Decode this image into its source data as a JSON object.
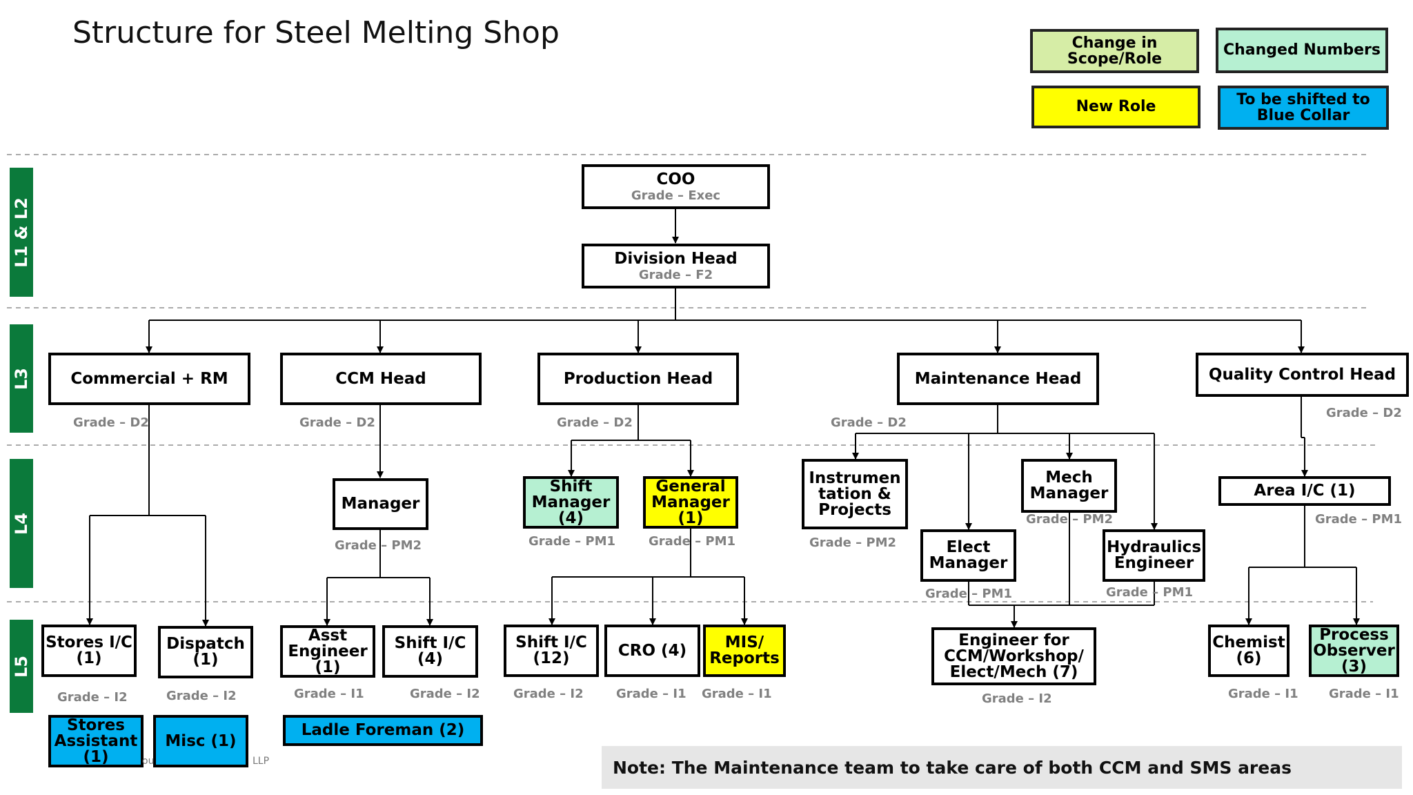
{
  "title": "Structure for Steel Melting Shop",
  "legend": {
    "change_scope": "Change in Scope/Role",
    "changed_numbers": "Changed Numbers",
    "new_role": "New Role",
    "blue_collar": "To be shifted to Blue Collar",
    "colors": {
      "change_scope": "#d6eda6",
      "changed_numbers": "#b6f0d2",
      "new_role": "#ffff00",
      "blue_collar": "#00b0f0"
    }
  },
  "levels": {
    "l1l2": "L1 & L2",
    "l3": "L3",
    "l4": "L4",
    "l5": "L5"
  },
  "nodes": {
    "coo": {
      "label": "COO",
      "grade": "Grade – Exec"
    },
    "division_head": {
      "label": "Division Head",
      "grade": "Grade – F2"
    },
    "commercial_rm": {
      "label": "Commercial + RM",
      "grade": "Grade – D2"
    },
    "ccm_head": {
      "label": "CCM Head",
      "grade": "Grade – D2"
    },
    "production_head": {
      "label": "Production Head",
      "grade": "Grade – D2"
    },
    "maintenance_head": {
      "label": "Maintenance Head",
      "grade": "Grade – D2"
    },
    "quality_control_head": {
      "label": "Quality Control Head",
      "grade": "Grade – D2"
    },
    "manager": {
      "label": "Manager",
      "grade": "Grade – PM2"
    },
    "shift_manager": {
      "label": "Shift Manager (4)",
      "grade": "Grade – PM1"
    },
    "general_manager": {
      "label": "General Manager (1)",
      "grade": "Grade – PM1"
    },
    "instrumentation": {
      "label": "Instrumen tation & Projects",
      "grade": "Grade – PM2"
    },
    "mech_manager": {
      "label": "Mech Manager",
      "grade": "Grade – PM2"
    },
    "elect_manager": {
      "label": "Elect Manager",
      "grade": "Grade – PM1"
    },
    "hydraulics_engineer": {
      "label": "Hydraulics Engineer",
      "grade": "Grade – PM1"
    },
    "area_ic": {
      "label": "Area I/C (1)",
      "grade": "Grade – PM1"
    },
    "stores_ic": {
      "label": "Stores I/C (1)",
      "grade": "Grade – I2"
    },
    "dispatch": {
      "label": "Dispatch (1)",
      "grade": "Grade – I2"
    },
    "asst_engineer": {
      "label": "Asst Engineer (1)",
      "grade": "Grade – I1"
    },
    "shift_ic_4": {
      "label": "Shift I/C (4)",
      "grade": "Grade – I2"
    },
    "shift_ic_12": {
      "label": "Shift I/C (12)",
      "grade": "Grade – I2"
    },
    "cro": {
      "label": "CRO (4)",
      "grade": "Grade – I1"
    },
    "mis_reports": {
      "label": "MIS/ Reports",
      "grade": "Grade – I1"
    },
    "engineer_ccm": {
      "label": "Engineer for CCM/Workshop/ Elect/Mech (7)",
      "grade": "Grade – I2"
    },
    "chemist": {
      "label": "Chemist (6)",
      "grade": "Grade – I1"
    },
    "process_observer": {
      "label": "Process Observer (3)",
      "grade": "Grade – I1"
    },
    "stores_assistant": {
      "label": "Stores Assistant (1)"
    },
    "misc": {
      "label": "Misc (1)"
    },
    "ladle_foreman": {
      "label": "Ladle Foreman (2)"
    }
  },
  "note": "Note: The Maintenance team to take care of both CCM and SMS areas",
  "footer": {
    "left": "ou",
    "right": "LLP"
  }
}
